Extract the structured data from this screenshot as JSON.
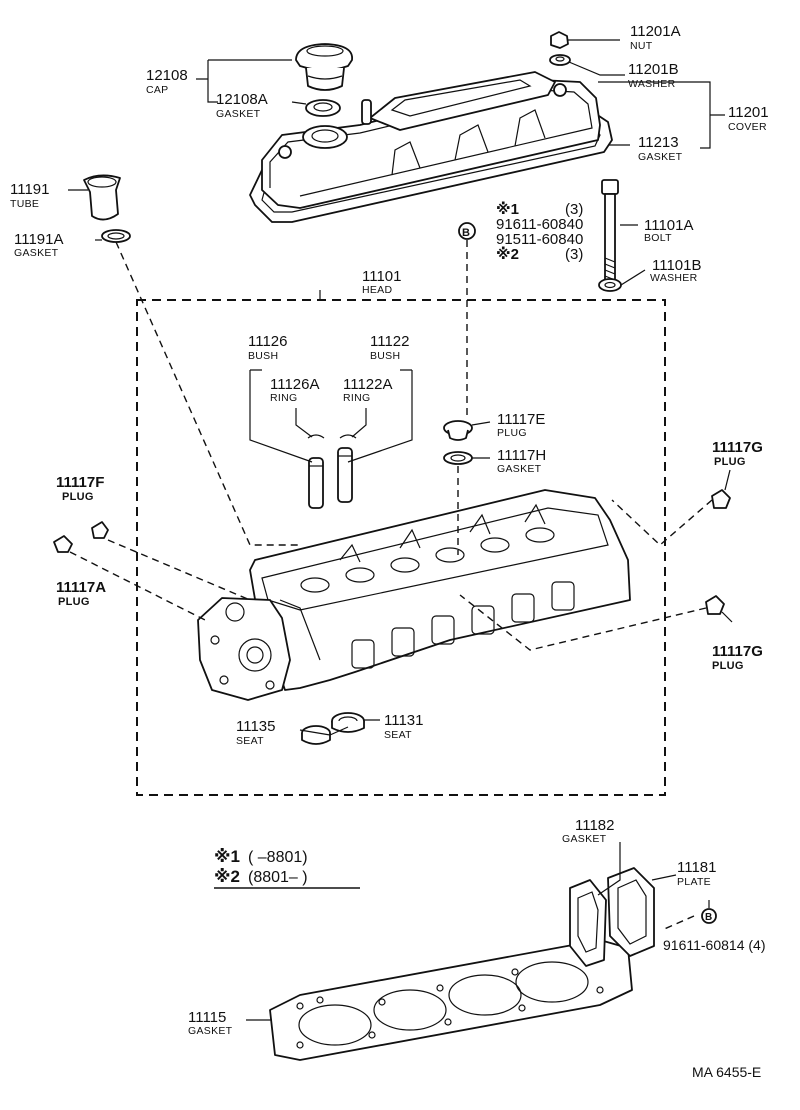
{
  "parts": {
    "p_11201A": {
      "num": "11201A",
      "name": "NUT"
    },
    "p_11201B": {
      "num": "11201B",
      "name": "WASHER"
    },
    "p_11201": {
      "num": "11201",
      "name": "COVER"
    },
    "p_11213": {
      "num": "11213",
      "name": "GASKET"
    },
    "p_12108": {
      "num": "12108",
      "name": "CAP"
    },
    "p_12108A": {
      "num": "12108A",
      "name": "GASKET"
    },
    "p_11191": {
      "num": "11191",
      "name": "TUBE"
    },
    "p_11191A": {
      "num": "11191A",
      "name": "GASKET"
    },
    "p_11101": {
      "num": "11101",
      "name": "HEAD"
    },
    "p_11101A": {
      "num": "11101A",
      "name": "BOLT"
    },
    "p_11101B": {
      "num": "11101B",
      "name": "WASHER"
    },
    "p_11126": {
      "num": "11126",
      "name": "BUSH"
    },
    "p_11122": {
      "num": "11122",
      "name": "BUSH"
    },
    "p_11126A": {
      "num": "11126A",
      "name": "RING"
    },
    "p_11122A": {
      "num": "11122A",
      "name": "RING"
    },
    "p_11117E": {
      "num": "11117E",
      "name": "PLUG"
    },
    "p_11117H": {
      "num": "11117H",
      "name": "GASKET"
    },
    "p_11117G_top": {
      "num": "11117G",
      "name": "PLUG"
    },
    "p_11117G_bot": {
      "num": "11117G",
      "name": "PLUG"
    },
    "p_11117F": {
      "num": "11117F",
      "name": "PLUG"
    },
    "p_11117A": {
      "num": "11117A",
      "name": "PLUG"
    },
    "p_11135": {
      "num": "11135",
      "name": "SEAT"
    },
    "p_11131": {
      "num": "11131",
      "name": "SEAT"
    },
    "p_11182": {
      "num": "11182",
      "name": "GASKET"
    },
    "p_11181": {
      "num": "11181",
      "name": "PLATE"
    },
    "p_11115": {
      "num": "11115",
      "name": "GASKET"
    }
  },
  "bolt_callouts": {
    "marker": "B",
    "row1_mark": "※1",
    "row1_qty": "(3)",
    "row2_part": "91611-60840",
    "row3_part": "91511-60840",
    "row4_mark": "※2",
    "row4_qty": "(3)",
    "plate_bolt": "91611-60814 (4)"
  },
  "legend": {
    "line1_mark": "※1",
    "line1_range": "(      –8801)",
    "line2_mark": "※2",
    "line2_range": "(8801–        )"
  },
  "footer_code": "MA  6455-E"
}
